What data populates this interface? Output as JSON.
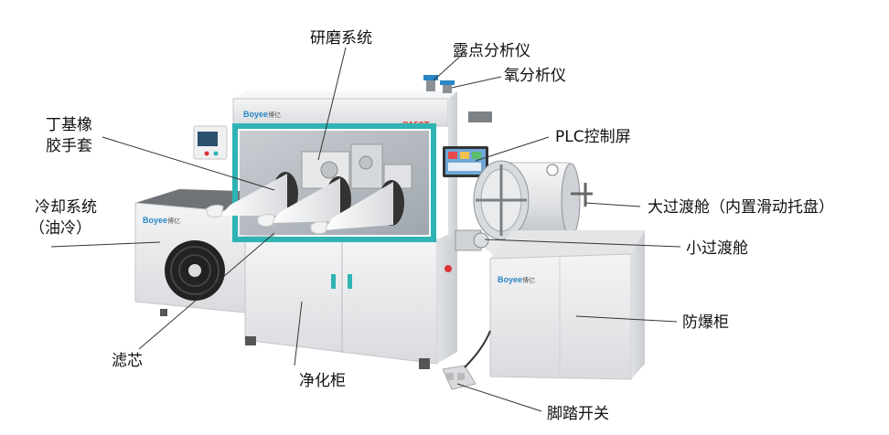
{
  "brand": {
    "logo_text": "Boyee",
    "logo_cn": "博亿",
    "model": "S150T"
  },
  "labels": {
    "grinding": "研磨系统",
    "dewpoint": "露点分析仪",
    "oxygen": "氧分析仪",
    "nbr_glove_1": "丁基橡",
    "nbr_glove_2": "胶手套",
    "plc": "PLC控制屏",
    "cooling_1": "冷却系统",
    "cooling_2": "（油冷）",
    "big_chamber": "大过渡舱（内置滑动托盘）",
    "small_chamber": "小过渡舱",
    "explosion_cabinet": "防爆柜",
    "filter": "滤芯",
    "purifier": "净化柜",
    "foot_switch": "脚踏开关"
  },
  "colors": {
    "frame_accent": "#2fb3b3",
    "body": "#e9eaec",
    "brand_blue": "#2b86c5",
    "model_red": "#d33333"
  }
}
